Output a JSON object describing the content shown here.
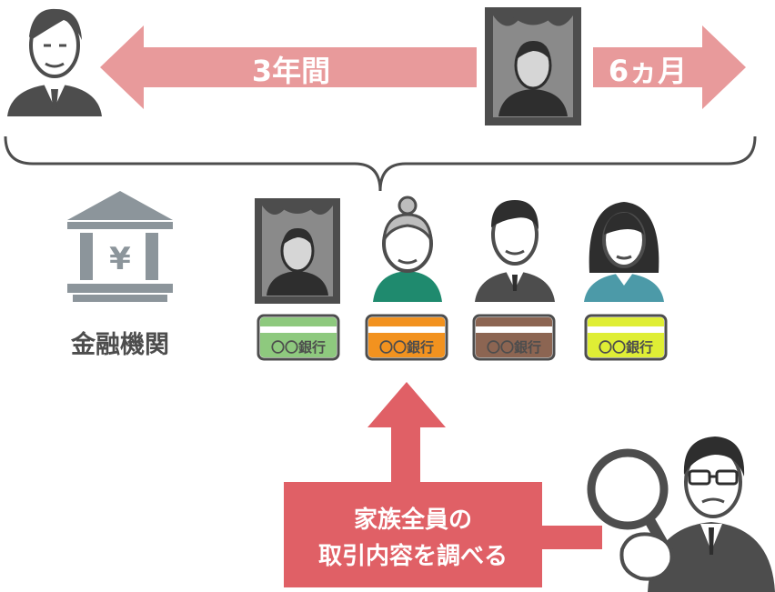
{
  "timeline": {
    "before_label": "3年間",
    "after_label": "6ヵ月"
  },
  "institution": {
    "label": "金融機関",
    "icon": "bank-yen-icon",
    "symbol": "¥"
  },
  "passbooks": [
    {
      "member": "deceased",
      "bank_name": "〇〇銀行",
      "color": "#8ec97e"
    },
    {
      "member": "grandmother",
      "bank_name": "〇〇銀行",
      "color": "#f2921f"
    },
    {
      "member": "man",
      "bank_name": "〇〇銀行",
      "color": "#8c6552"
    },
    {
      "member": "woman",
      "bank_name": "〇〇銀行",
      "color": "#dfee35"
    }
  ],
  "callout": {
    "line1": "家族全員の",
    "line2": "取引内容を調べる"
  },
  "colors": {
    "arrow_pink": "#e89a9b",
    "arrow_red": "#e06066",
    "dark": "#4d4d4d",
    "grey_icon": "#8c959b"
  }
}
